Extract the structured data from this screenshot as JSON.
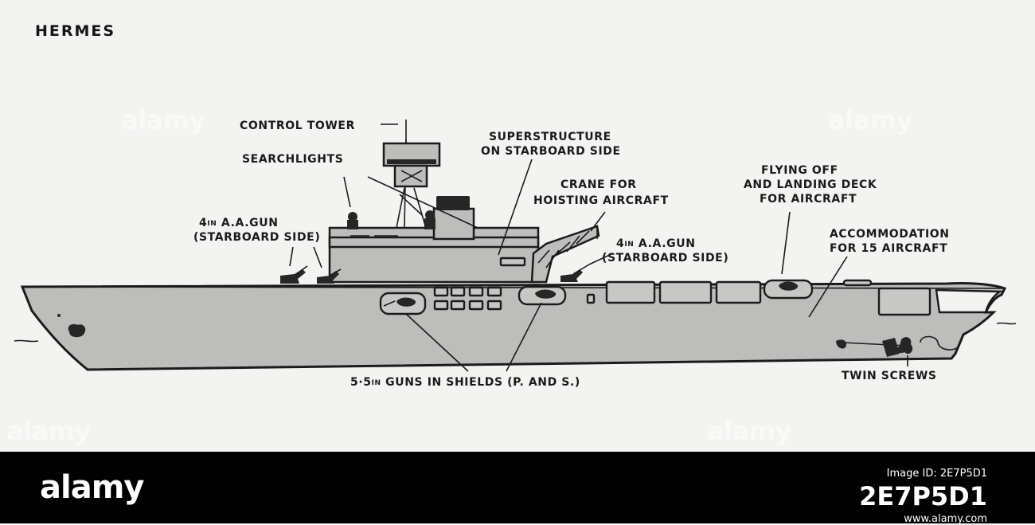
{
  "title": "HERMES",
  "labels": {
    "control_tower": "CONTROL TOWER",
    "searchlights": "SEARCHLIGHTS",
    "superstructure_1": "SUPERSTRUCTURE",
    "superstructure_2": "ON STARBOARD SIDE",
    "crane_1": "CRANE FOR",
    "crane_2": "HOISTING AIRCRAFT",
    "flying_1": "FLYING OFF",
    "flying_2": "AND LANDING DECK",
    "flying_3": "FOR AIRCRAFT",
    "accommodation_1": "ACCOMMODATION",
    "accommodation_2": "FOR 15 AIRCRAFT",
    "gun_left_num": "4",
    "gun_left_unit": "IN",
    "gun_left_rest": " A.A.GUN",
    "gun_left_side": "(STARBOARD SIDE)",
    "gun_right_num": "4",
    "gun_right_unit": "IN",
    "gun_right_rest": " A.A.GUN",
    "gun_right_side": "(STARBOARD SIDE)",
    "guns_shields_num": "5·5",
    "guns_shields_unit": "IN",
    "guns_shields_rest": " GUNS IN SHIELDS (P. AND S.)",
    "twin_screws": "TWIN SCREWS"
  },
  "watermark": "alamy",
  "footer": {
    "brand": "alamy",
    "image_id_label": "Image ID: ",
    "image_id": "2E7P5D1",
    "site": "www.alamy.com"
  }
}
